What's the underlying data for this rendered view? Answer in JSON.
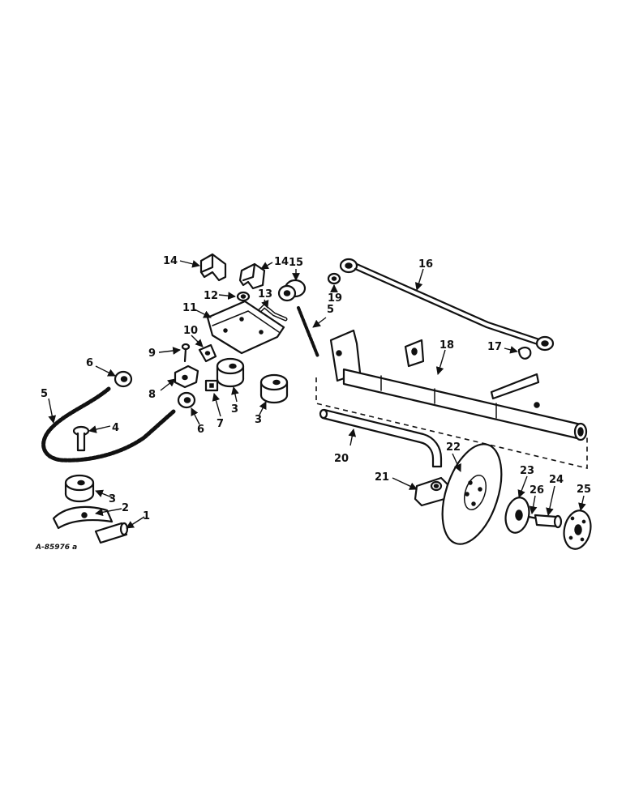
{
  "drawing_code": "A-85976 a",
  "callouts": {
    "c1": "1",
    "c2": "2",
    "c3a": "3",
    "c3b": "3",
    "c3c": "3",
    "c4": "4",
    "c5a": "5",
    "c5b": "5",
    "c6a": "6",
    "c6b": "6",
    "c7": "7",
    "c8": "8",
    "c9": "9",
    "c10": "10",
    "c11": "11",
    "c12": "12",
    "c13": "13",
    "c14a": "14",
    "c14b": "14",
    "c15": "15",
    "c16": "16",
    "c17": "17",
    "c18": "18",
    "c19": "19",
    "c20": "20",
    "c21": "21",
    "c22": "22",
    "c23": "23",
    "c24": "24",
    "c25": "25",
    "c26": "26"
  }
}
